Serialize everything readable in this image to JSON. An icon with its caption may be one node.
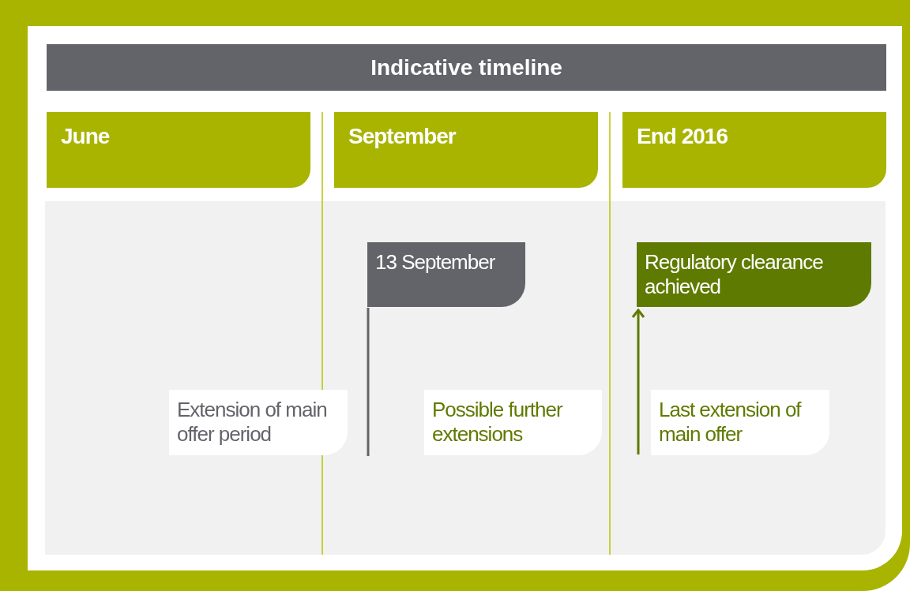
{
  "diagram": {
    "title": "Indicative timeline",
    "nodes": [
      {
        "text": [
          "June"
        ]
      },
      {
        "text": [
          "September"
        ]
      },
      {
        "text": [
          "End 2016"
        ]
      },
      {
        "text": [
          "13 September"
        ]
      },
      {
        "text": [
          "Regulatory clearance achieved"
        ]
      },
      {
        "text": [
          "Extension of main offer period"
        ]
      },
      {
        "text": [
          "Possible further extensions"
        ]
      },
      {
        "text": [
          "Last extension of main offer"
        ]
      }
    ],
    "edges": [
      {
        "from": null,
        "to": 3,
        "arrow": "none",
        "color": "#63646a"
      },
      {
        "from": null,
        "to": 4,
        "arrow": "to",
        "color": "#5f7a00"
      }
    ]
  }
}
